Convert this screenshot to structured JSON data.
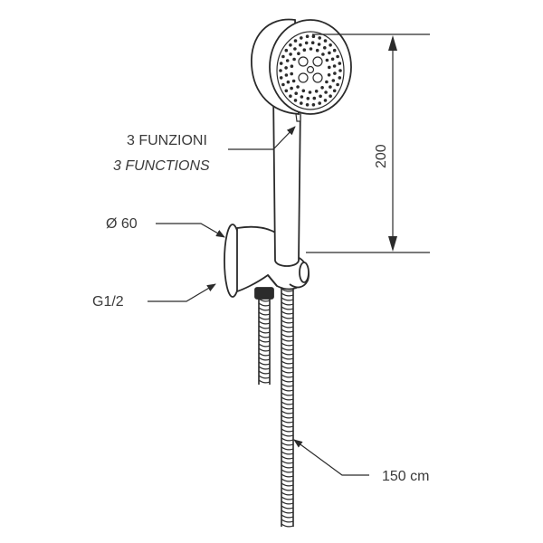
{
  "labels": {
    "functions_it": "3 FUNZIONI",
    "functions_en": "3 FUNCTIONS",
    "diameter": "Ø 60",
    "thread": "G1/2",
    "hose_length": "150 cm",
    "height_dim": "200"
  },
  "colors": {
    "line": "#2b2b2b",
    "text": "#3a3a3a"
  }
}
